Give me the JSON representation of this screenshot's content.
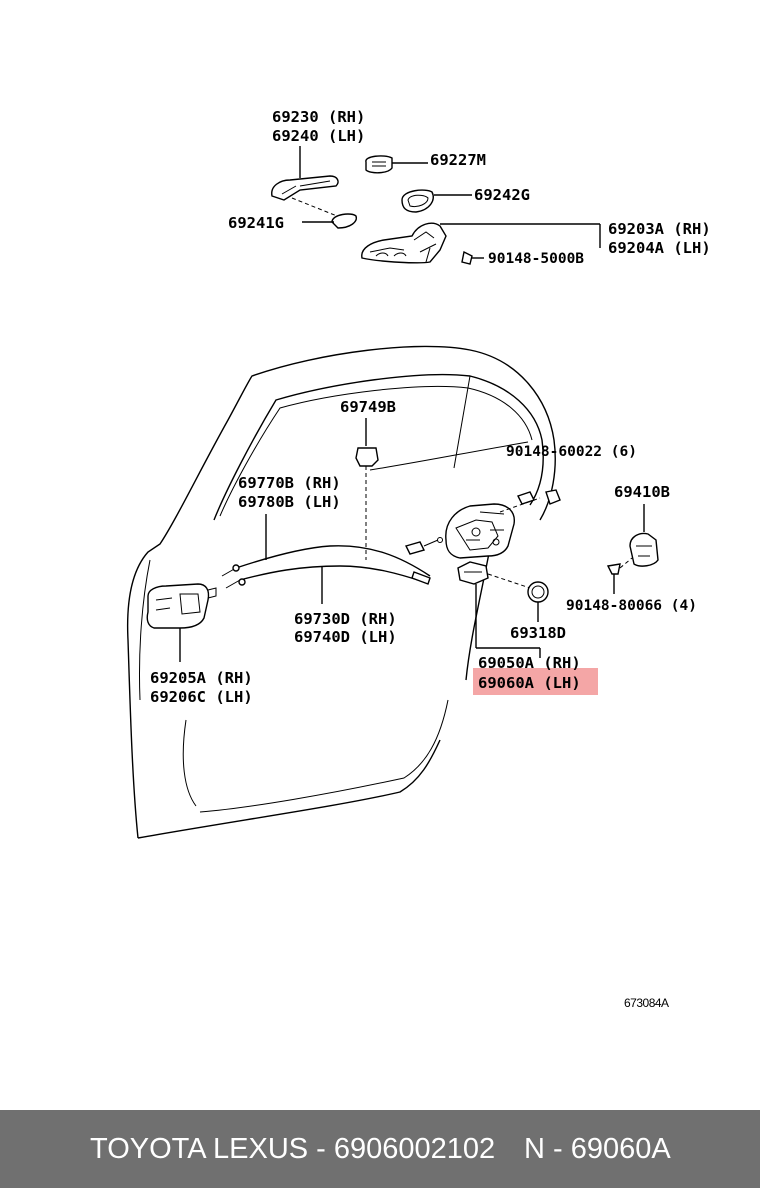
{
  "diagram": {
    "ref_code": "673084A",
    "labels": {
      "p69230": "69230 (RH)",
      "p69240": "69240 (LH)",
      "p69227M": "69227M",
      "p69242G": "69242G",
      "p69241G": "69241G",
      "p69203A": "69203A (RH)",
      "p69204A": "69204A (LH)",
      "p90148_5000B": "90148-5000B",
      "p69749B": "69749B",
      "p90148_60022": "90148-60022 (6)",
      "p69770B": "69770B (RH)",
      "p69780B": "69780B (LH)",
      "p69410B": "69410B",
      "p90148_80066": "90148-80066 (4)",
      "p69730D": "69730D (RH)",
      "p69740D": "69740D (LH)",
      "p69318D": "69318D",
      "p69050A": "69050A (RH)",
      "p69060A": "69060A (LH)",
      "p69205A": "69205A (RH)",
      "p69206C": "69206C (LH)"
    },
    "highlight_color": "#f4a6a6"
  },
  "footer": {
    "brand_part": "TOYOTA LEXUS - 6906002102",
    "code": "N - 69060A"
  }
}
